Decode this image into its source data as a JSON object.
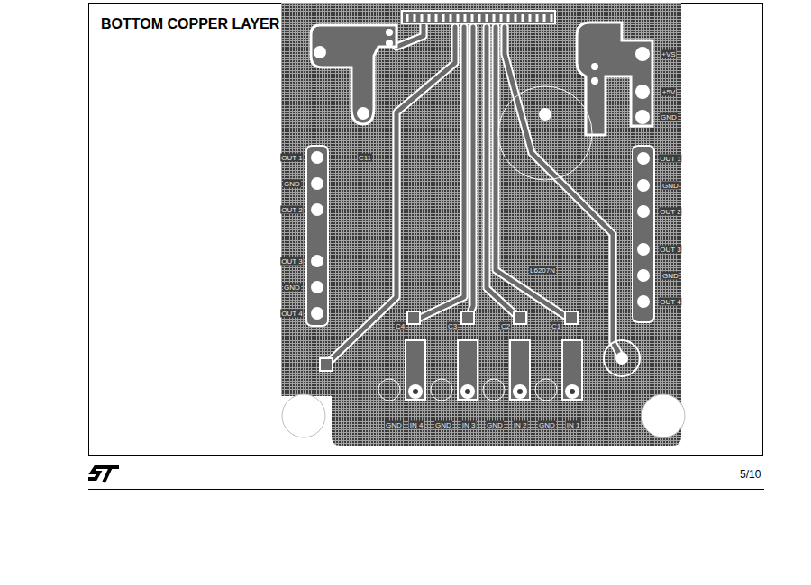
{
  "diagram": {
    "title": "BOTTOM COPPER LAYER",
    "labels": [
      "OUT 1",
      "GND",
      "OUT 2",
      "OUT 3",
      "GND",
      "OUT 4",
      "OUT 1",
      "GND",
      "OUT 2",
      "OUT 3",
      "GND",
      "OUT 4",
      "+VS",
      "+5V",
      "GND",
      "C4",
      "C3",
      "C2",
      "C1",
      "C11",
      "L6207N",
      "GND",
      "IN 4",
      "GND",
      "IN 3",
      "GND",
      "IN 2",
      "GND",
      "IN 1",
      "5/10"
    ]
  }
}
